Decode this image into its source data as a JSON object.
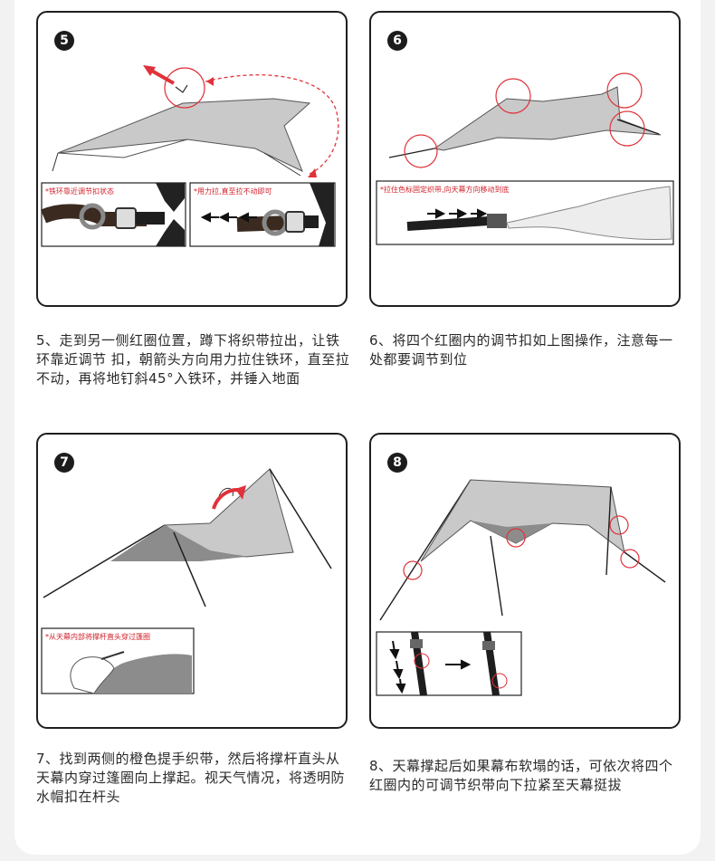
{
  "steps": [
    {
      "badge": "5",
      "notes": [
        "*铁环靠近调节扣状态",
        "*用力拉,直至拉不动即可"
      ],
      "caption": "5、走到另一侧红圈位置，蹲下将织带拉出，让铁环靠近调节 扣，朝箭头方向用力拉住铁环，直至拉不动，再将地钉斜45°入铁环，并锤入地面"
    },
    {
      "badge": "6",
      "notes": [
        "*拉住色标固定织带,向天幕方向移动到底"
      ],
      "caption": "6、将四个红圈内的调节扣如上图操作，注意每一处都要调节到位"
    },
    {
      "badge": "7",
      "notes": [
        "*从天幕内部将撑杆直头穿过篷圈"
      ],
      "caption": "7、找到两侧的橙色提手织带，然后将撑杆直头从天幕内穿过篷圈向上撑起。视天气情况，将透明防水帽扣在杆头"
    },
    {
      "badge": "8",
      "notes": [],
      "caption": "8、天幕撑起后如果幕布软塌的话，可依次将四个红圈内的可调节织带向下拉紧至天幕挺拔"
    }
  ],
  "colors": {
    "tarp": "#c9c9c9",
    "tarp_shadow": "#8c8c8c",
    "highlight_red": "#e0323a",
    "line": "#1f1f1f",
    "strap": "#3a2a20"
  }
}
